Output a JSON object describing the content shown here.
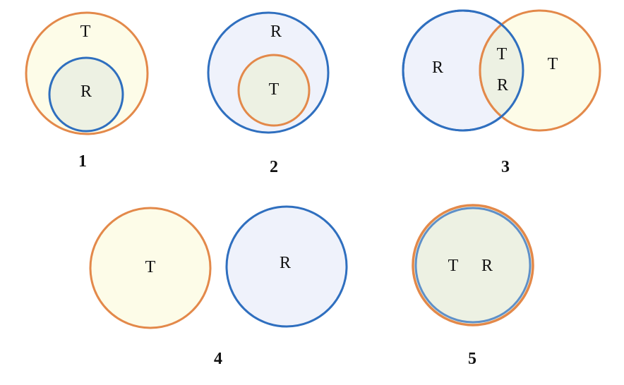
{
  "colors": {
    "t_stroke": "#e3894a",
    "r_stroke": "#2f6fbf",
    "t_fill": "#fdfce8",
    "r_fill": "#eff2fb",
    "overlap_fill": "#edf1e3"
  },
  "diagrams": [
    {
      "caption": "1",
      "relation": "R inside T",
      "labels": {
        "outer": "T",
        "inner": "R"
      }
    },
    {
      "caption": "2",
      "relation": "T inside R",
      "labels": {
        "outer": "R",
        "inner": "T"
      }
    },
    {
      "caption": "3",
      "relation": "partial overlap",
      "labels": {
        "left": "R",
        "right": "T",
        "overlap_top": "T",
        "overlap_bottom": "R"
      }
    },
    {
      "caption": "4",
      "relation": "disjoint",
      "labels": {
        "left": "T",
        "right": "R"
      }
    },
    {
      "caption": "5",
      "relation": "identical",
      "labels": {
        "left": "T",
        "right": "R"
      }
    }
  ]
}
